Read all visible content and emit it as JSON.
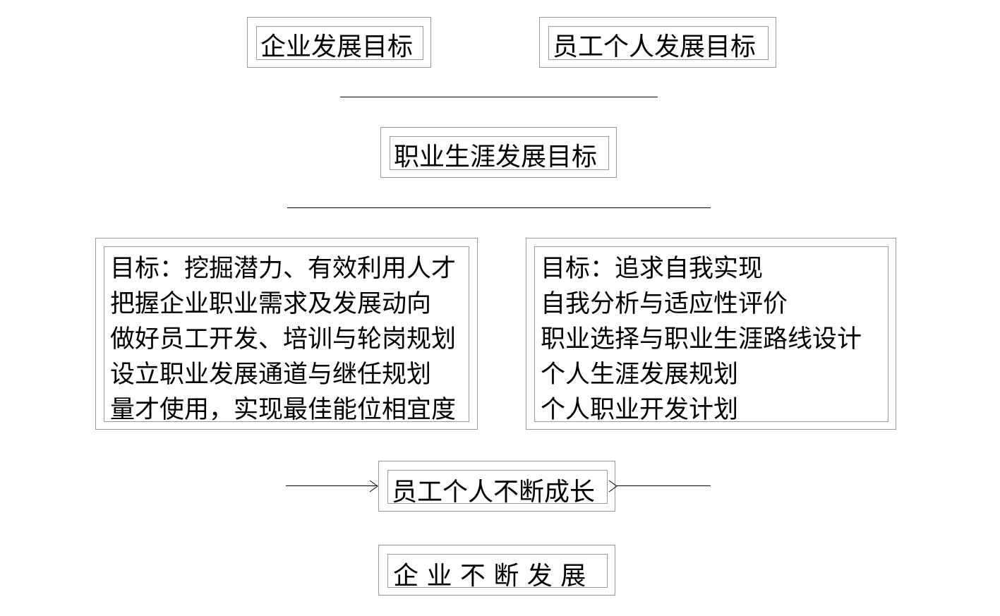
{
  "boxes": {
    "enterprise_goal": "企业发展目标",
    "employee_goal": "员工个人发展目标",
    "career_goal": "职业生涯发展目标",
    "employee_growth": "员工个人不断成长",
    "enterprise_growth": "企 业 不 断 发 展"
  },
  "left_panel": {
    "lines": [
      "目标：挖掘潜力、有效利用人才",
      "把握企业职业需求及发展动向",
      "做好员工开发、培训与轮岗规划",
      "设立职业发展通道与继任规划",
      "量才使用，实现最佳能位相宜度"
    ]
  },
  "right_panel": {
    "lines": [
      "目标：追求自我实现",
      "自我分析与适应性评价",
      "职业选择与职业生涯路线设计",
      "个人生涯发展规划",
      "个人职业开发计划"
    ]
  }
}
